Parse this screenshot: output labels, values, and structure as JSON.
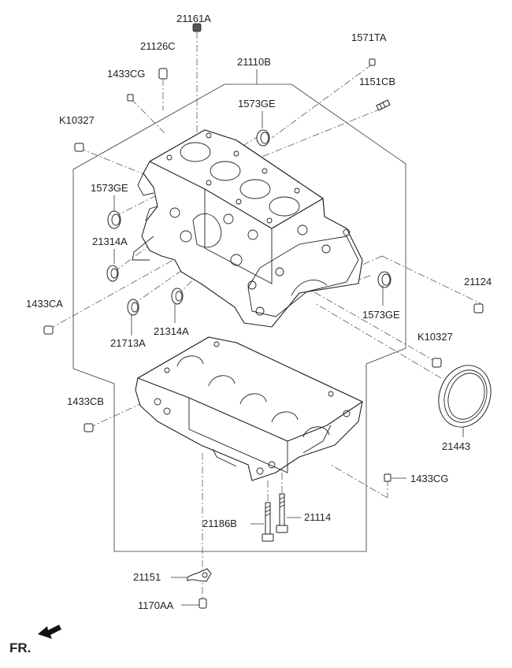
{
  "labels": {
    "p21161A": "21161A",
    "p21126C": "21126C",
    "p1571TA": "1571TA",
    "p21110B": "21110B",
    "p1433CG_top": "1433CG",
    "p1151CB": "1151CB",
    "p1573GE_top": "1573GE",
    "pK10327_left": "K10327",
    "p1573GE_left": "1573GE",
    "p21314A_left": "21314A",
    "p1433CA": "1433CA",
    "p21713A": "21713A",
    "p21314A_mid": "21314A",
    "p21124": "21124",
    "p1573GE_right": "1573GE",
    "pK10327_right": "K10327",
    "p1433CB": "1433CB",
    "p21443": "21443",
    "p1433CG_bottom": "1433CG",
    "p21186B": "21186B",
    "p21114": "21114",
    "p21151": "21151",
    "p1170AA": "1170AA",
    "fr": "FR."
  },
  "colors": {
    "line": "#222222",
    "arrow": "#111111",
    "background": "#ffffff"
  }
}
